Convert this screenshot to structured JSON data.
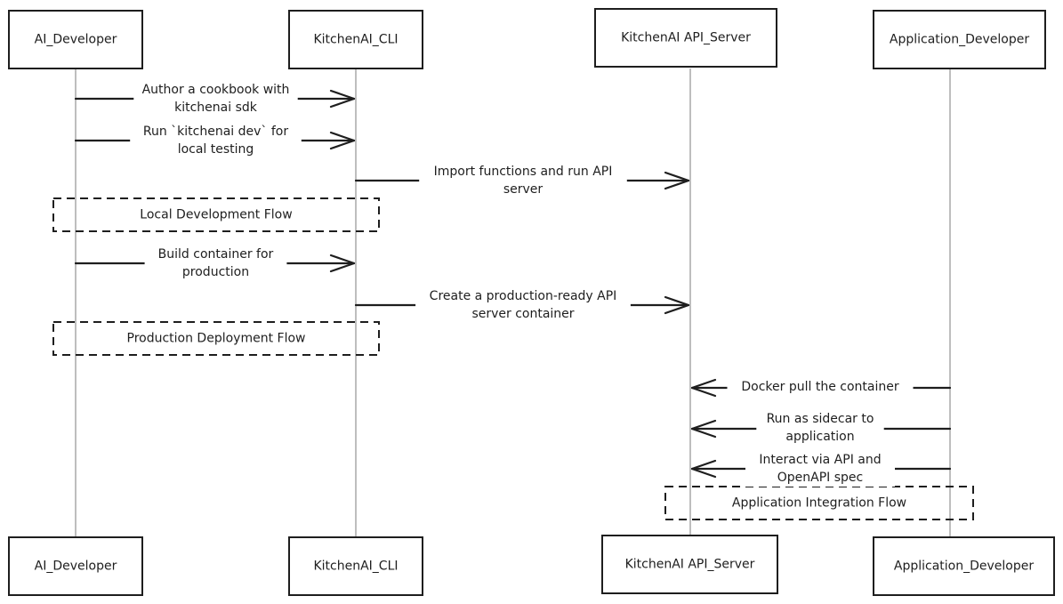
{
  "participants": [
    {
      "id": "ai_dev",
      "label": "AI_Developer"
    },
    {
      "id": "cli",
      "label": "KitchenAI_CLI"
    },
    {
      "id": "api",
      "label": "KitchenAI API_Server"
    },
    {
      "id": "app_dev",
      "label": "Application_Developer"
    }
  ],
  "messages": [
    {
      "from": "ai_dev",
      "to": "cli",
      "lines": [
        "Author a cookbook with",
        "kitchenai sdk"
      ]
    },
    {
      "from": "ai_dev",
      "to": "cli",
      "lines": [
        "Run `kitchenai dev` for",
        "local testing"
      ]
    },
    {
      "from": "cli",
      "to": "api",
      "lines": [
        "Import functions and run API",
        "server"
      ]
    },
    {
      "from": "ai_dev",
      "to": "cli",
      "lines": [
        "Build container for",
        "production"
      ]
    },
    {
      "from": "cli",
      "to": "api",
      "lines": [
        "Create a production-ready API",
        "server container"
      ]
    },
    {
      "from": "app_dev",
      "to": "api",
      "lines": [
        "Docker pull the container"
      ]
    },
    {
      "from": "app_dev",
      "to": "api",
      "lines": [
        "Run as sidecar to",
        "application"
      ]
    },
    {
      "from": "app_dev",
      "to": "api",
      "lines": [
        "Interact via API and",
        "OpenAPI spec"
      ]
    }
  ],
  "notes": [
    {
      "label": "Local Development Flow"
    },
    {
      "label": "Production Deployment Flow"
    },
    {
      "label": "Application Integration Flow"
    }
  ]
}
